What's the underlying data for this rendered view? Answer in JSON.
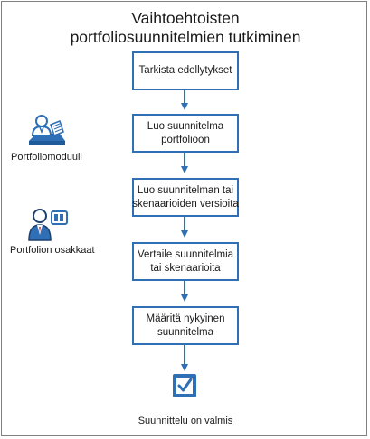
{
  "title": {
    "line1": "Vaihtoehtoisten",
    "line2": "portfoliosuunnitelmien tutkiminen"
  },
  "actors": [
    {
      "name": "portfolio-module-icon",
      "label": "Portfoliomoduuli"
    },
    {
      "name": "portfolio-stakeholders-icon",
      "label": "Portfolion osakkaat"
    }
  ],
  "steps": [
    {
      "line1": "Tarkista edellytykset",
      "line2": ""
    },
    {
      "line1": "Luo suunnitelma",
      "line2": "portfolioon"
    },
    {
      "line1": "Luo suunnitelman tai",
      "line2": "skenaarioiden versioita"
    },
    {
      "line1": "Vertaile suunnitelmia",
      "line2": "tai skenaarioita"
    },
    {
      "line1": "Määritä nykyinen",
      "line2": "suunnitelma"
    }
  ],
  "end": {
    "icon": "checkbox-checked-icon",
    "label": "Suunnittelu on valmis"
  },
  "colors": {
    "accent": "#2e6fb5",
    "border": "#7f7f7f"
  }
}
